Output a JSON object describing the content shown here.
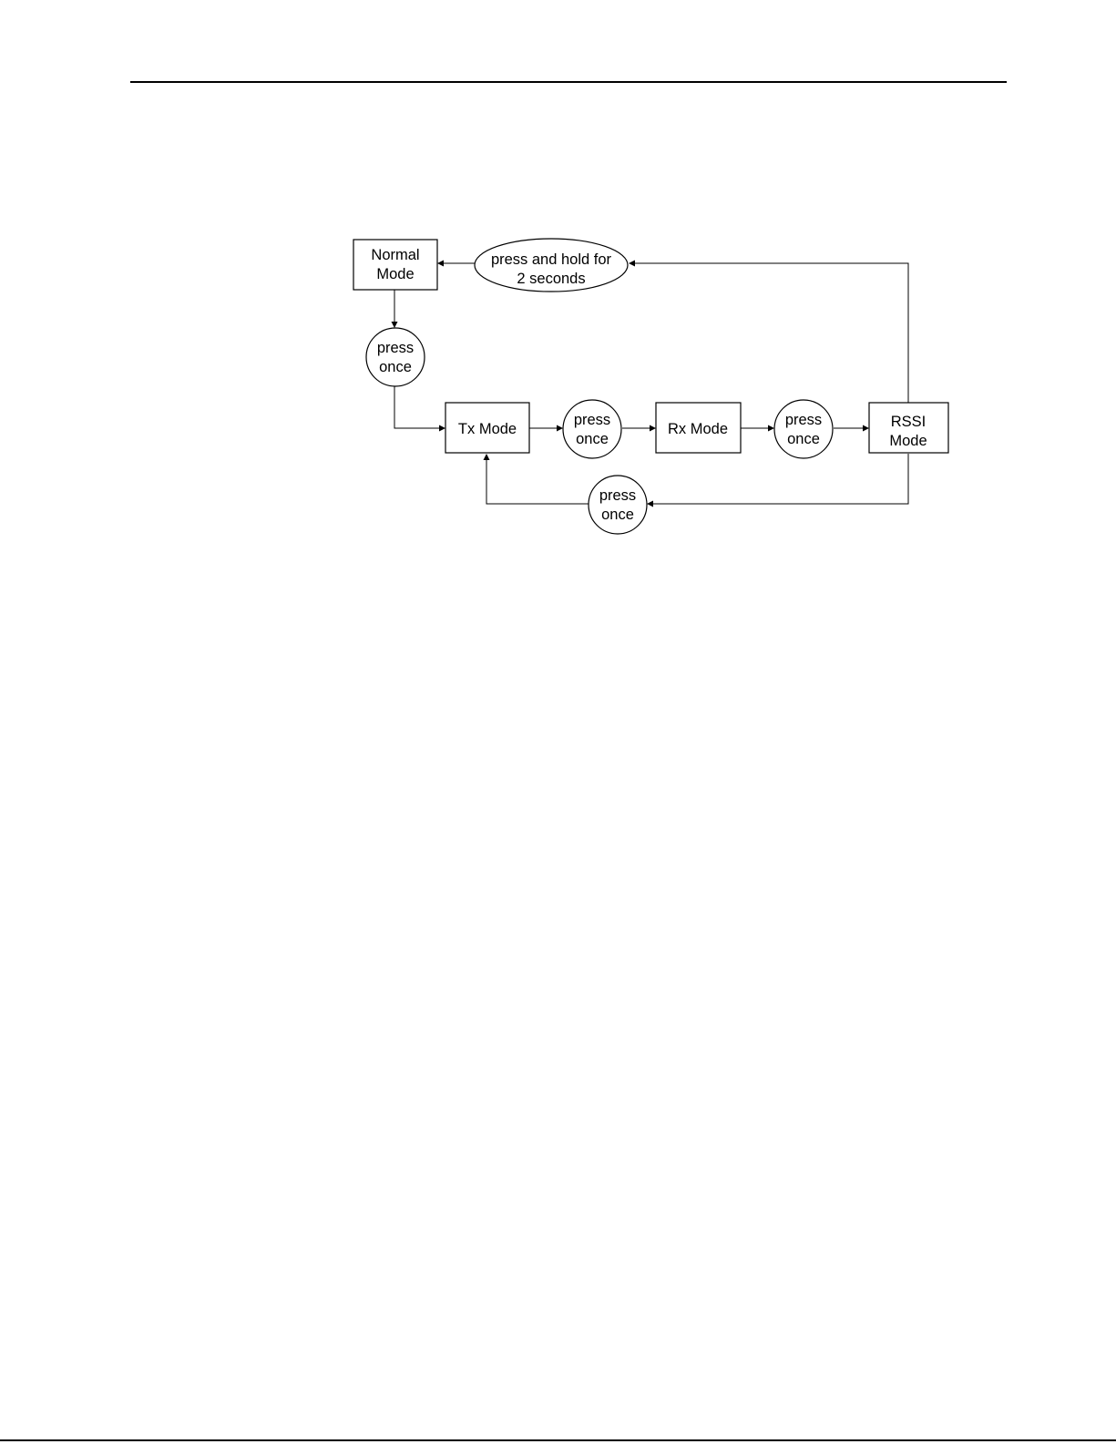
{
  "diagram": {
    "nodes": {
      "normal_mode": {
        "lines": [
          "Normal",
          "Mode"
        ]
      },
      "hold_2s": {
        "lines": [
          "press and hold for",
          "2 seconds"
        ]
      },
      "press_once_1": {
        "lines": [
          "press",
          "once"
        ]
      },
      "tx_mode": {
        "lines": [
          "Tx Mode"
        ]
      },
      "press_once_2": {
        "lines": [
          "press",
          "once"
        ]
      },
      "rx_mode": {
        "lines": [
          "Rx Mode"
        ]
      },
      "press_once_3": {
        "lines": [
          "press",
          "once"
        ]
      },
      "rssi_mode": {
        "lines": [
          "RSSI",
          "Mode"
        ]
      },
      "press_once_4": {
        "lines": [
          "press",
          "once"
        ]
      }
    },
    "edges": [
      {
        "from": "normal_mode",
        "to": "press_once_1"
      },
      {
        "from": "press_once_1",
        "to": "tx_mode"
      },
      {
        "from": "tx_mode",
        "to": "press_once_2"
      },
      {
        "from": "press_once_2",
        "to": "rx_mode"
      },
      {
        "from": "rx_mode",
        "to": "press_once_3"
      },
      {
        "from": "press_once_3",
        "to": "rssi_mode"
      },
      {
        "from": "rssi_mode",
        "to": "hold_2s"
      },
      {
        "from": "hold_2s",
        "to": "normal_mode"
      },
      {
        "from": "rssi_mode",
        "to": "press_once_4"
      },
      {
        "from": "press_once_4",
        "to": "tx_mode"
      }
    ]
  }
}
